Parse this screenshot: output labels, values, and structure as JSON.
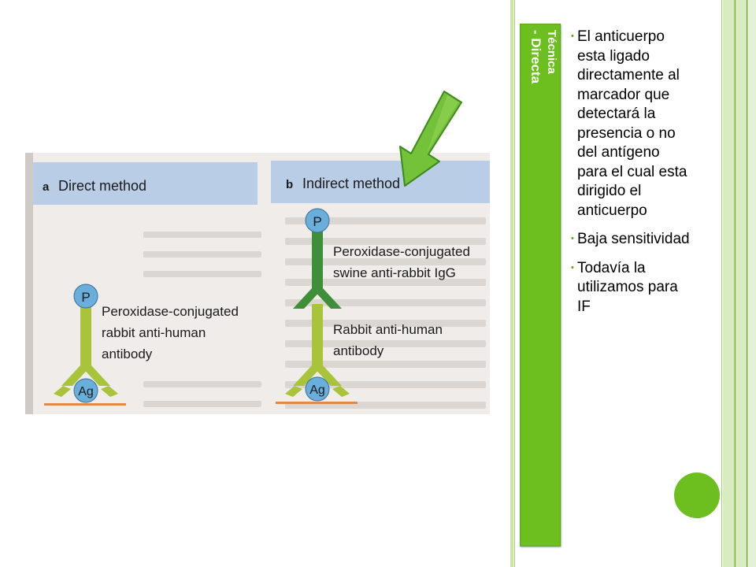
{
  "slide": {
    "title_line1": "Técnica",
    "title_line2": "- Directa",
    "bullets": [
      "El anticuerpo esta ligado directamente al marcador que detectará la presencia o no del antígeno para el cual esta dirigido el anticuerpo",
      "Baja sensitividad",
      "Todavía la utilizamos para IF"
    ]
  },
  "figure": {
    "panel_a": {
      "letter": "a",
      "heading": "Direct method",
      "marker": "P",
      "label_line1": "Peroxidase-conjugated",
      "label_line2": "rabbit anti-human",
      "label_line3": "antibody",
      "antigen": "Ag"
    },
    "panel_b": {
      "letter": "b",
      "heading": "Indirect method",
      "marker": "P",
      "secondary_line1": "Peroxidase-conjugated",
      "secondary_line2": "swine anti-rabbit IgG",
      "primary_line1": "Rabbit anti-human",
      "primary_line2": "antibody",
      "antigen": "Ag"
    }
  },
  "colors": {
    "accent_green": "#6cbf1e",
    "antibody_light": "#a9c43a",
    "antibody_dark": "#3f8f3a",
    "marker_blue": "#6aaedc",
    "header_blue": "#b9cde6",
    "arrow_green": "#74c23a"
  }
}
